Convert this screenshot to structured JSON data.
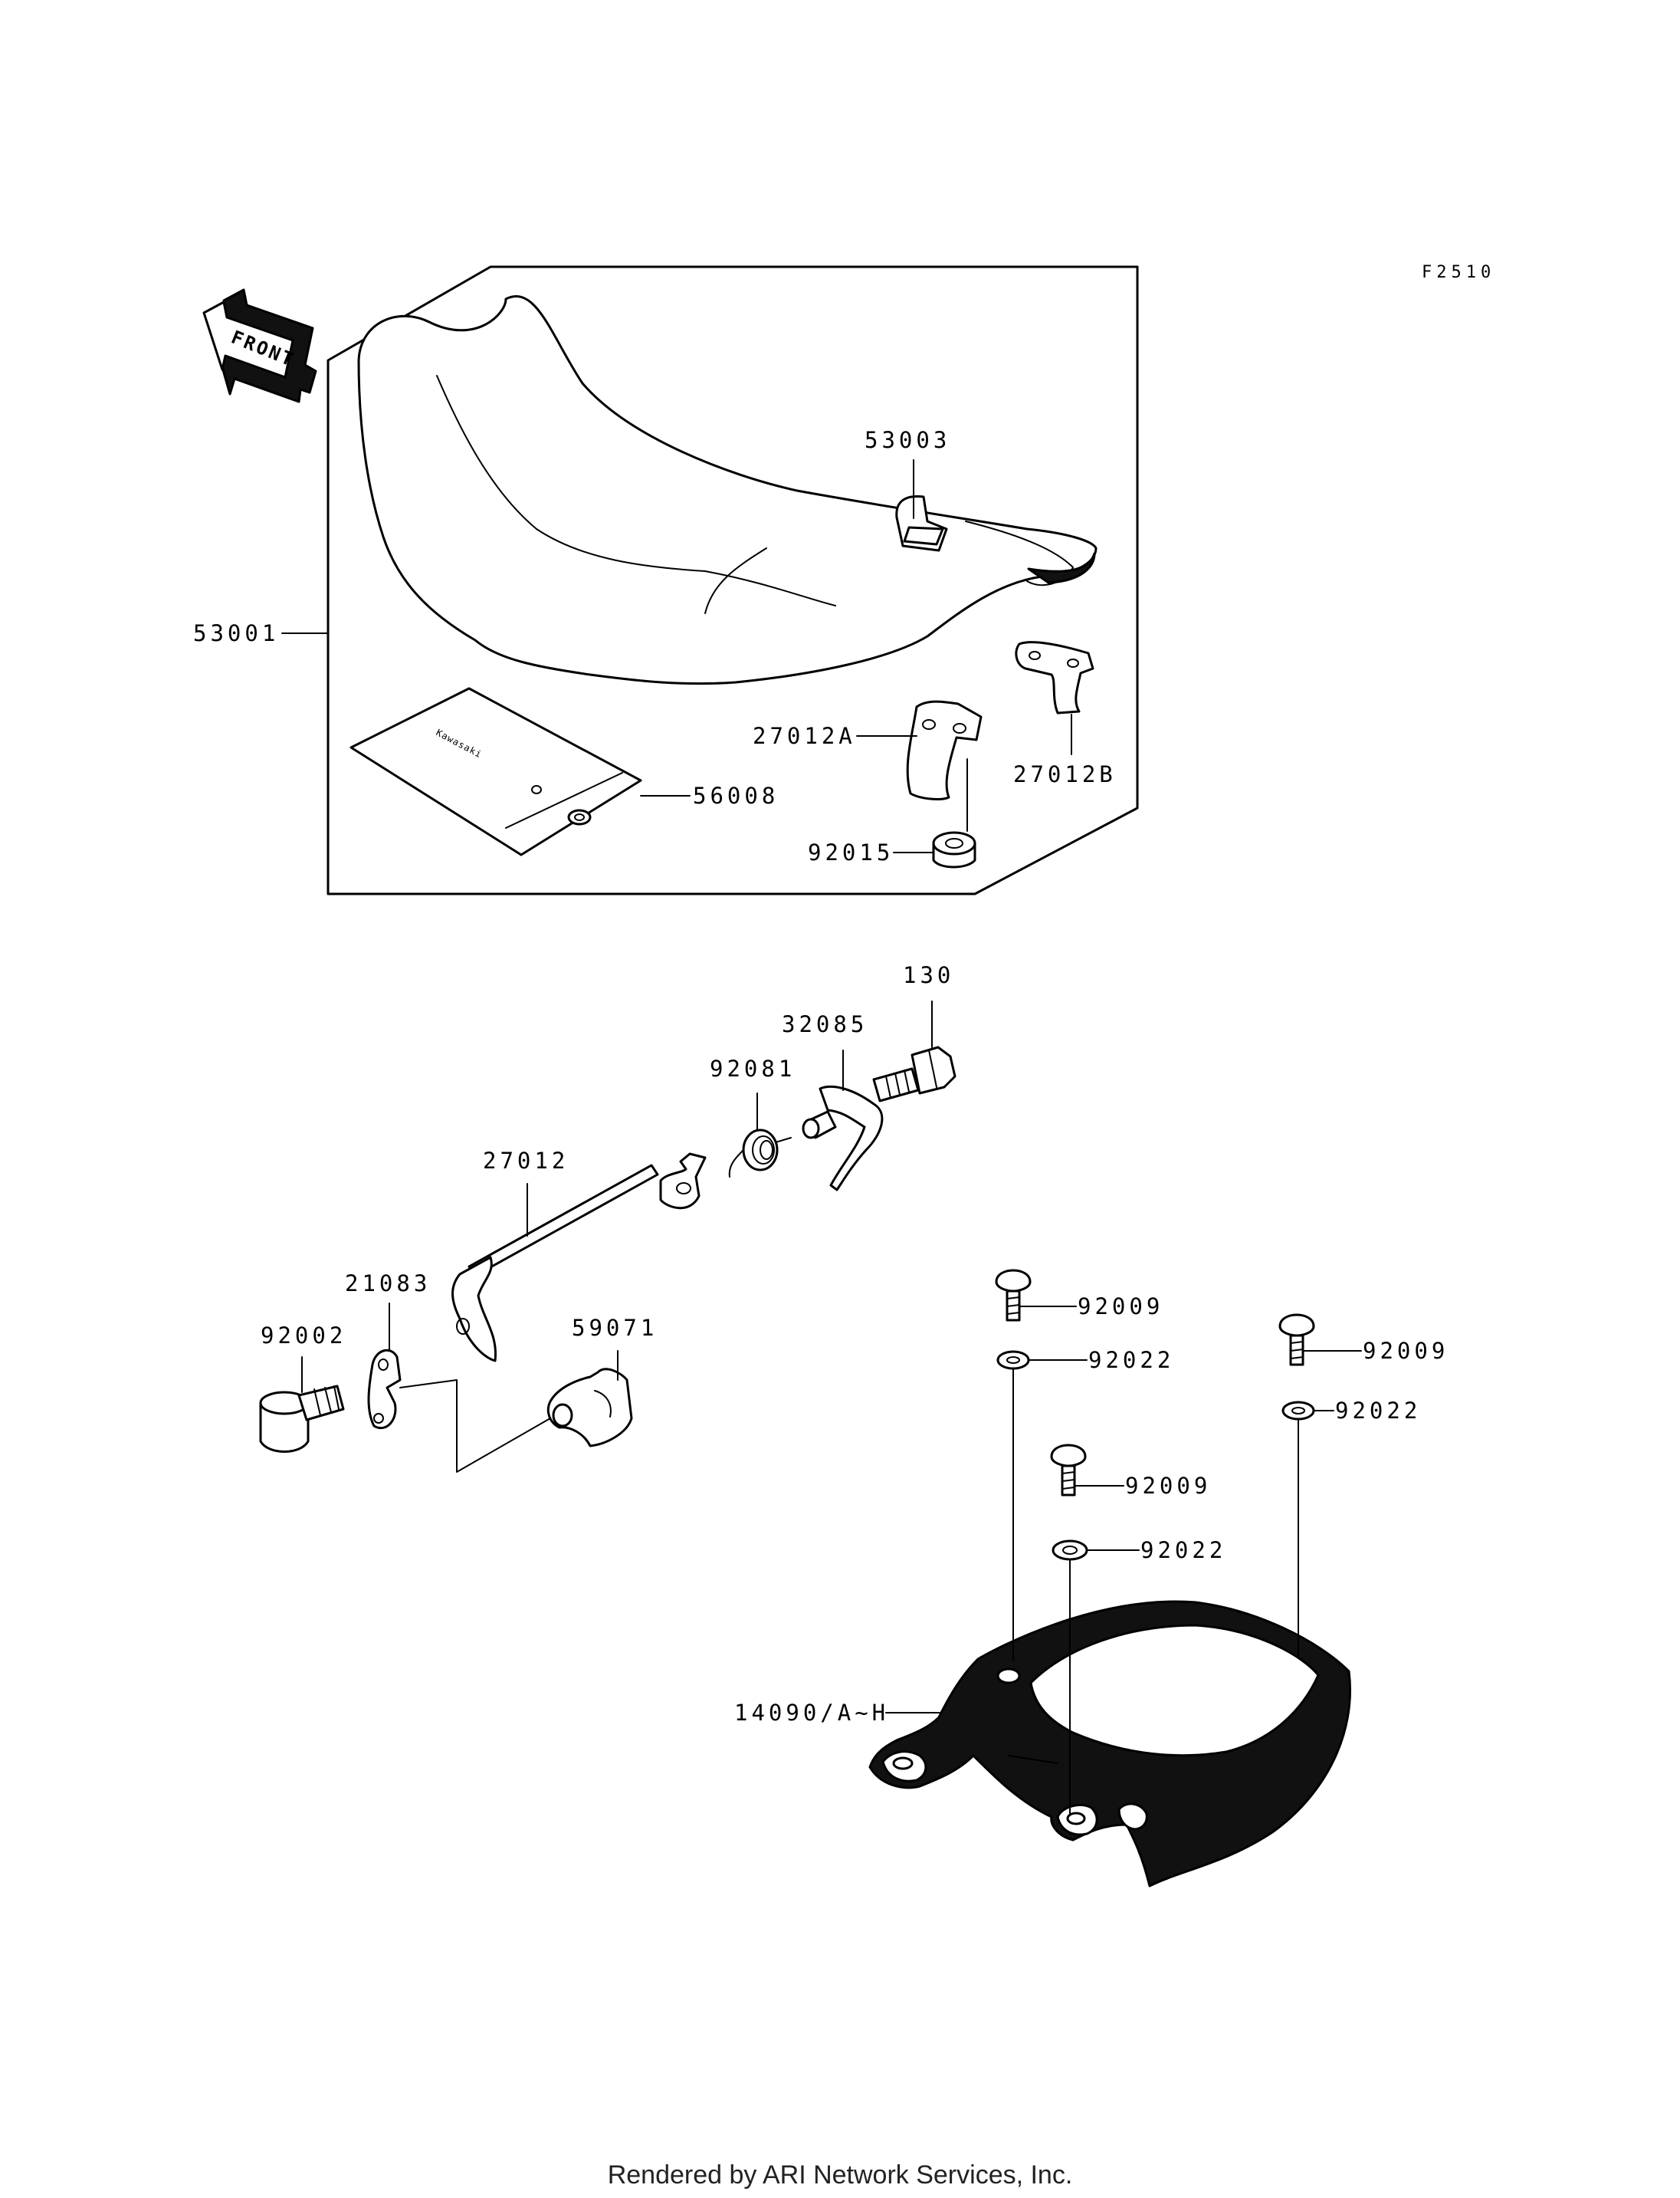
{
  "diagram_code": "F2510",
  "front_arrow_label": "FRONT",
  "decal_brand_text": "Kawasaki",
  "parts": {
    "p53003": "53003",
    "p53001": "53001",
    "p27012A": "27012A",
    "p27012B": "27012B",
    "p56008": "56008",
    "p92015": "92015",
    "p130": "130",
    "p32085": "32085",
    "p92081": "92081",
    "p27012": "27012",
    "p21083": "21083",
    "p92002": "92002",
    "p59071": "59071",
    "p92009_a": "92009",
    "p92022_a": "92022",
    "p92009_b": "92009",
    "p92022_b": "92022",
    "p92009_c": "92009",
    "p92022_c": "92022",
    "p14090": "14090/A~H"
  },
  "footer": "Rendered by ARI Network Services, Inc."
}
